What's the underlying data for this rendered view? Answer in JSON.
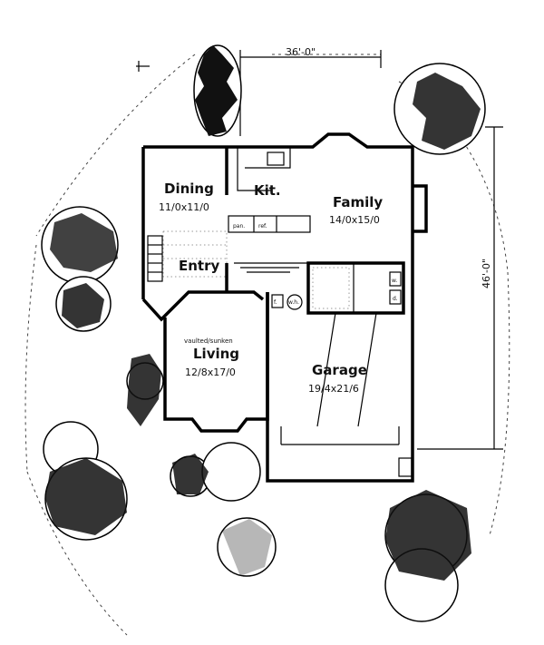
{
  "dimensions": {
    "width_label": "36'-0\"",
    "depth_label": "46'-0\""
  },
  "rooms": {
    "dining": {
      "name": "Dining",
      "size": "11/0x11/0"
    },
    "kitchen": {
      "name": "Kit."
    },
    "family": {
      "name": "Family",
      "size": "14/0x15/0"
    },
    "entry": {
      "name": "Entry"
    },
    "living": {
      "note": "vaulted/sunken",
      "name": "Living",
      "size": "12/8x17/0"
    },
    "garage": {
      "name": "Garage",
      "size": "19/4x21/6"
    }
  },
  "fixtures": {
    "pantry": "pan.",
    "refrigerator": "ref.",
    "washer": "w.",
    "dryer": "d.",
    "water_heater": "w.h.",
    "furnace": "f."
  }
}
